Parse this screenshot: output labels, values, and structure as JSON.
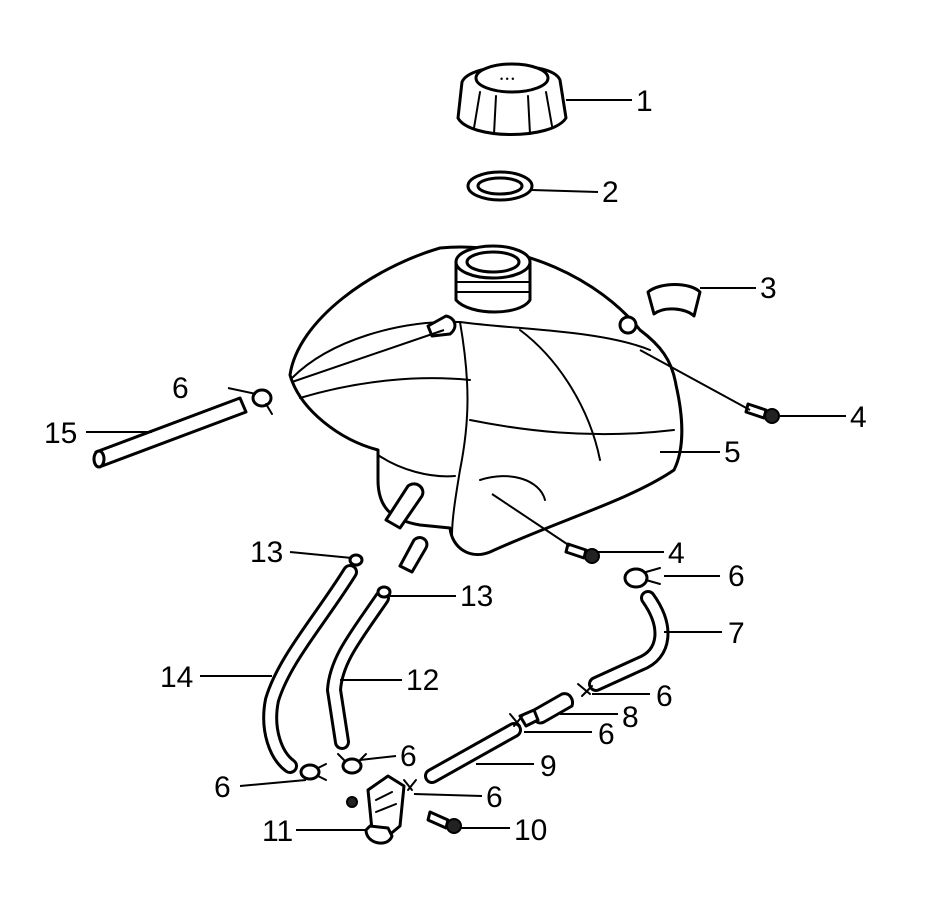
{
  "callouts": {
    "c1": "1",
    "c2": "2",
    "c3": "3",
    "c4a": "4",
    "c4b": "4",
    "c5": "5",
    "c6a": "6",
    "c6b": "6",
    "c6c": "6",
    "c6d": "6",
    "c6e": "6",
    "c6f": "6",
    "c6g": "6",
    "c7": "7",
    "c8": "8",
    "c9": "9",
    "c10": "10",
    "c11": "11",
    "c12": "12",
    "c13a": "13",
    "c13b": "13",
    "c14": "14",
    "c15": "15"
  }
}
